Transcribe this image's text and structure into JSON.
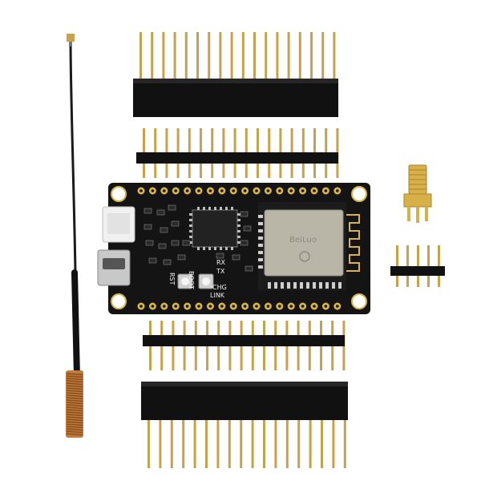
{
  "board": {
    "labels": {
      "rx": "RX",
      "tx": "TX",
      "chg": "CHG",
      "link": "LINK",
      "rst": "RST",
      "boot": "BOOT",
      "module_marking": "BeiLuo"
    }
  },
  "colors": {
    "pcb": "#141414",
    "pad_gold": "#d9b44a",
    "pin_metal": "#c7a24a",
    "plastic": "#111111",
    "shield_metal": "#b9b6a8",
    "antenna_cable": "#1a1a1a",
    "spring_copper": "#c07a3a",
    "sma_gold": "#d8b04a"
  },
  "parts": [
    {
      "name": "long-female-header",
      "pins": 18
    },
    {
      "name": "male-header-top",
      "pins": 18
    },
    {
      "name": "dev-board"
    },
    {
      "name": "male-header-bottom",
      "pins": 18
    },
    {
      "name": "long-female-header-bottom",
      "pins": 18
    },
    {
      "name": "sma-connector"
    },
    {
      "name": "small-male-header",
      "pins": 5
    },
    {
      "name": "antenna-cable"
    }
  ]
}
